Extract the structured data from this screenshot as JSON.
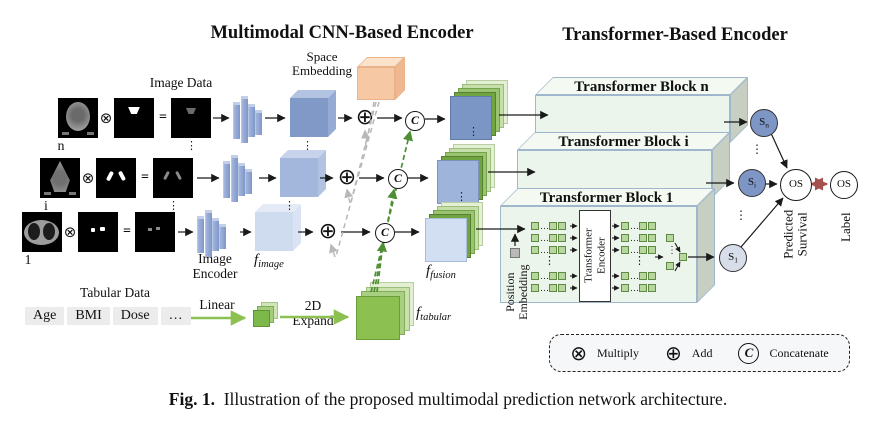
{
  "titles": {
    "cnn": "Multimodal CNN-Based Encoder",
    "transformer": "Transformer-Based Encoder"
  },
  "labels": {
    "image_data": "Image Data",
    "space_embedding_l1": "Space",
    "space_embedding_l2": "Embedding",
    "image_encoder_l1": "Image",
    "image_encoder_l2": "Encoder",
    "row_n": "n",
    "row_i": "i",
    "row_1": "1",
    "f": "f",
    "f_image_sub": "image",
    "f_fusion_sub": "fusion",
    "f_tabular_sub": "tabular",
    "linear": "Linear",
    "expand_l1": "2D",
    "expand_l2": "Expand",
    "position_l1": "Position",
    "position_l2": "Embedding",
    "predicted_l1": "Predicted",
    "predicted_l2": "Survival",
    "label": "Label"
  },
  "tabular": {
    "title": "Tabular Data",
    "cells": [
      "Age",
      "BMI",
      "Dose",
      "…"
    ]
  },
  "blocks": {
    "n": "Transformer Block n",
    "i": "Transformer Block i",
    "one": "Transformer Block 1"
  },
  "encoder_box": {
    "l1": "Transformer",
    "l2": "Encoder"
  },
  "outputs": {
    "s": "S",
    "sub_n": "n",
    "sub_i": "i",
    "sub_1": "1",
    "os": "OS"
  },
  "ops": {
    "multiply": "⊗",
    "add": "⊕",
    "equals": "=",
    "concat": "C"
  },
  "legend": {
    "items": [
      {
        "symbol": "⊗",
        "label": "Multiply"
      },
      {
        "symbol": "⊕",
        "label": "Add"
      },
      {
        "symbol": "C",
        "label": "Concatenate"
      }
    ]
  },
  "caption": {
    "prefix": "Fig. 1.",
    "text": "Illustration of the proposed multimodal prediction network architecture."
  },
  "misc": {
    "vdots": "⋮",
    "hdots": "…"
  },
  "colors": {
    "tabular_green": "#8cc152",
    "feature_blue": "#7d96c5",
    "space_orange": "#f6c9a4",
    "block_green": "#ecf5eb",
    "red_link": "#a3524e"
  }
}
